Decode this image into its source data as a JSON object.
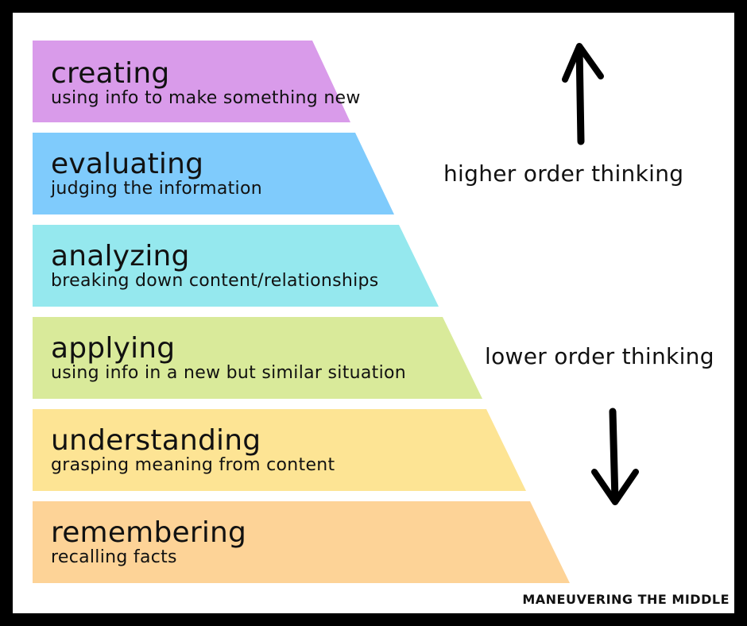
{
  "tiers": [
    {
      "name": "creating",
      "desc": "using info to make something new",
      "color": "#d99bea"
    },
    {
      "name": "evaluating",
      "desc": "judging the information",
      "color": "#7fcbfc"
    },
    {
      "name": "analyzing",
      "desc": "breaking down content/relationships",
      "color": "#95e8ee"
    },
    {
      "name": "applying",
      "desc": "using info in a new but similar situation",
      "color": "#d9ea9a"
    },
    {
      "name": "understanding",
      "desc": "grasping meaning from content",
      "color": "#fde494"
    },
    {
      "name": "remembering",
      "desc": "recalling facts",
      "color": "#fdd397"
    }
  ],
  "labels": {
    "higher": "higher order thinking",
    "lower": "lower order thinking"
  },
  "brand": "MANEUVERING THE MIDDLE"
}
